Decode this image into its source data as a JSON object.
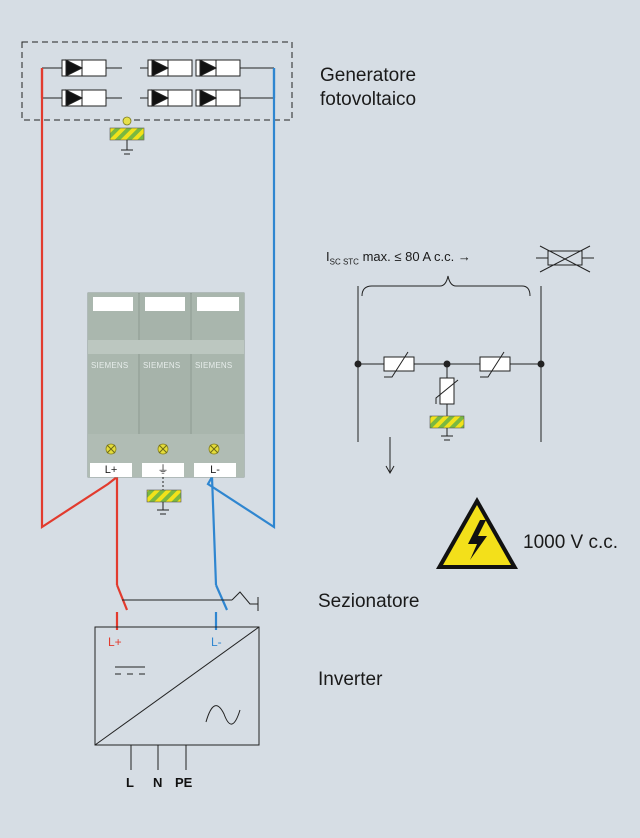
{
  "pv_generator": {
    "line1": "Generatore",
    "line2": "fotovoltaico"
  },
  "isc_label": {
    "main": "I",
    "sub": "SC STC",
    "rest": " max. ≤ 80 A c.c. →"
  },
  "spd_module": {
    "brand": [
      "SIEMENS",
      "SIEMENS",
      "SIEMENS"
    ],
    "terminals": [
      "L+",
      "⏚",
      "L-"
    ]
  },
  "voltage_label": "1000 V c.c.",
  "disconnector_label": "Sezionatore",
  "inverter": {
    "label": "Inverter",
    "pos": "L+",
    "neg": "L-"
  },
  "outputs": [
    "L",
    "N",
    "PE"
  ],
  "colors": {
    "positive": "#e23b2e",
    "negative": "#2f86d0",
    "earth_yellow": "#f2e21a",
    "earth_green": "#7ab840",
    "background": "#d6dde4"
  }
}
